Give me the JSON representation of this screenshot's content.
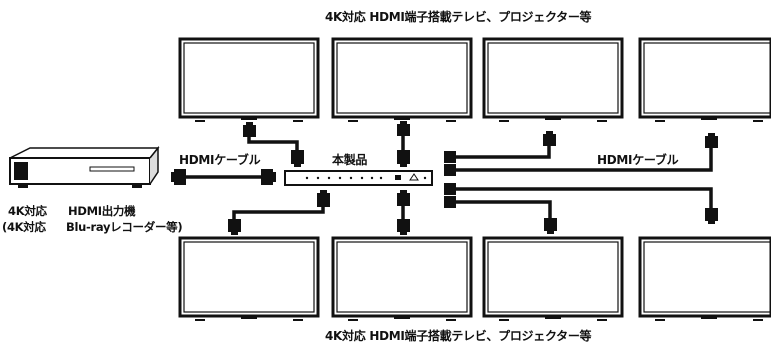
{
  "labels": {
    "top_caption": "4K対応 HDMI端子搭載テレビ、プロジェクター等",
    "bottom_caption": "4K対応 HDMI端子搭載テレビ、プロジェクター等",
    "product": "本製品",
    "cable_left": "HDMIケーブル",
    "cable_right": "HDMIケーブル",
    "source_line1_a": "4K対応",
    "source_line1_b": "HDMI出力機",
    "source_line2_a": "(4K対応",
    "source_line2_b": "Blu-rayレコーダー等)"
  }
}
